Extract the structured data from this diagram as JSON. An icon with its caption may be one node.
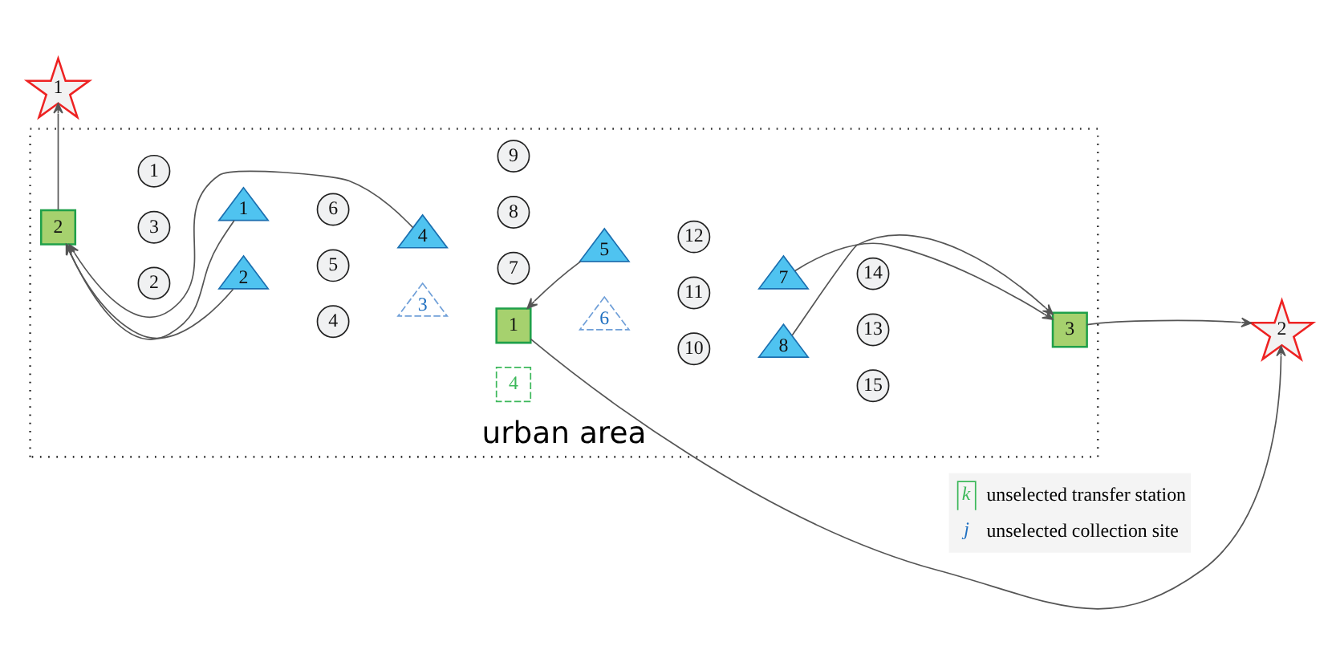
{
  "diagram": {
    "nodes": [
      {
        "text": [
          "urban area"
        ]
      },
      {
        "text": [
          "1"
        ],
        "in": 0
      },
      {
        "text": [
          "2"
        ],
        "in": 0
      },
      {
        "text": [
          "3"
        ],
        "in": 0
      },
      {
        "text": [
          "4"
        ],
        "in": 0
      },
      {
        "text": [
          "5"
        ],
        "in": 0
      },
      {
        "text": [
          "6"
        ],
        "in": 0
      },
      {
        "text": [
          "7"
        ],
        "in": 0
      },
      {
        "text": [
          "8"
        ],
        "in": 0
      },
      {
        "text": [
          "9"
        ],
        "in": 0
      },
      {
        "text": [
          "10"
        ],
        "in": 0
      },
      {
        "text": [
          "11"
        ],
        "in": 0
      },
      {
        "text": [
          "12"
        ],
        "in": 0
      },
      {
        "text": [
          "13"
        ],
        "in": 0
      },
      {
        "text": [
          "14"
        ],
        "in": 0
      },
      {
        "text": [
          "15"
        ],
        "in": 0
      },
      {
        "text": [
          "1"
        ],
        "in": 0
      },
      {
        "text": [
          "2"
        ],
        "in": 0
      },
      {
        "text": [
          "3"
        ],
        "in": 0
      },
      {
        "text": [
          "4"
        ],
        "in": 0
      },
      {
        "text": [
          "5"
        ],
        "in": 0
      },
      {
        "text": [
          "6"
        ],
        "in": 0
      },
      {
        "text": [
          "7"
        ],
        "in": 0
      },
      {
        "text": [
          "8"
        ],
        "in": 0
      },
      {
        "text": [
          "1"
        ],
        "in": 0
      },
      {
        "text": [
          "2"
        ],
        "in": 0
      },
      {
        "text": [
          "3"
        ],
        "in": 0
      },
      {
        "text": [
          "4"
        ],
        "in": 0
      },
      {
        "text": [
          "1"
        ]
      },
      {
        "text": [
          "2"
        ]
      }
    ],
    "edges": [
      {
        "from": 16,
        "to": 25,
        "arrow": "to"
      },
      {
        "from": 19,
        "to": 25,
        "arrow": "to"
      },
      {
        "from": 17,
        "to": 25,
        "arrow": "to"
      },
      {
        "from": 25,
        "to": 28,
        "arrow": "to"
      },
      {
        "from": 20,
        "to": 24,
        "arrow": "to"
      },
      {
        "from": 24,
        "to": 29,
        "arrow": "to"
      },
      {
        "from": 22,
        "to": 26,
        "arrow": "to"
      },
      {
        "from": 23,
        "to": 26,
        "arrow": "to"
      },
      {
        "from": 26,
        "to": 29,
        "arrow": "to"
      }
    ],
    "labels": [
      "k",
      "j"
    ],
    "legend": [
      {
        "text": "unselected transfer station"
      },
      {
        "text": "unselected collection site"
      }
    ]
  }
}
